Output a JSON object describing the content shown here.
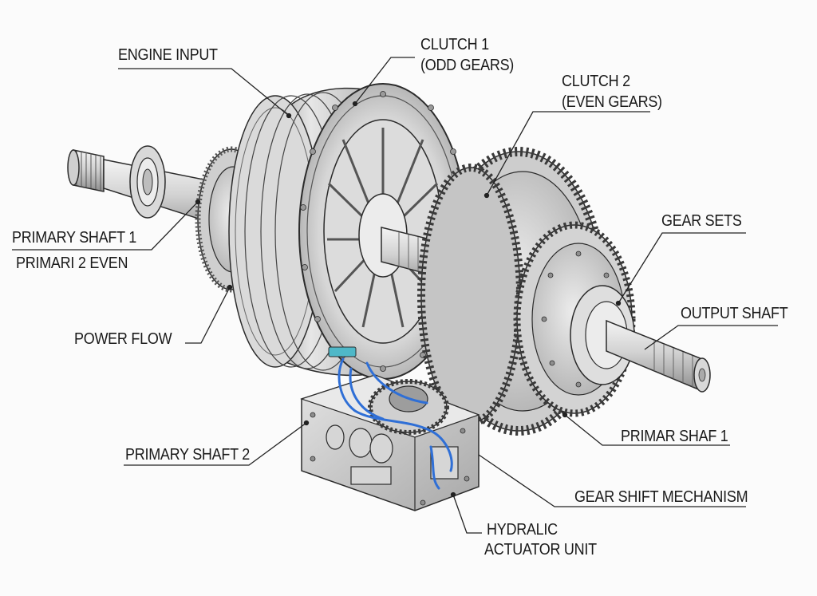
{
  "diagram": {
    "labels": {
      "engine_input": "ENGINE INPUT",
      "clutch1_line1": "CLUTCH 1",
      "clutch1_line2": "(ODD GEARS)",
      "clutch2_line1": "CLUTCH 2",
      "clutch2_line2": "(EVEN GEARS)",
      "gear_sets": "GEAR SETS",
      "primary_shaft_1": "PRIMARY SHAFT 1",
      "primary_2_even": "PRIMARI 2 EVEN",
      "output_shaft": "OUTPUT SHAFT",
      "power_flow": "POWER FLOW",
      "primary_shaft_2": "PRIMARY SHAFT 2",
      "primar_shaf_1": "PRIMAR SHAF 1",
      "gear_shift_mechanism": "GEAR SHIFT MECHANISM",
      "hydraulic_line1": "HYDRALIC",
      "hydraulic_line2": "ACTUATOR UNIT"
    },
    "colors": {
      "background": "#fbfbfb",
      "metal_light": "#e9e9e9",
      "metal_mid": "#c9c9c9",
      "metal_dark": "#8a8a8a",
      "outline": "#2b2b2b",
      "hydraulic_line": "#2f6fd6",
      "sensor_accent": "#4fb8c8"
    },
    "illustration": "dual-clutch-transmission-line-art"
  }
}
